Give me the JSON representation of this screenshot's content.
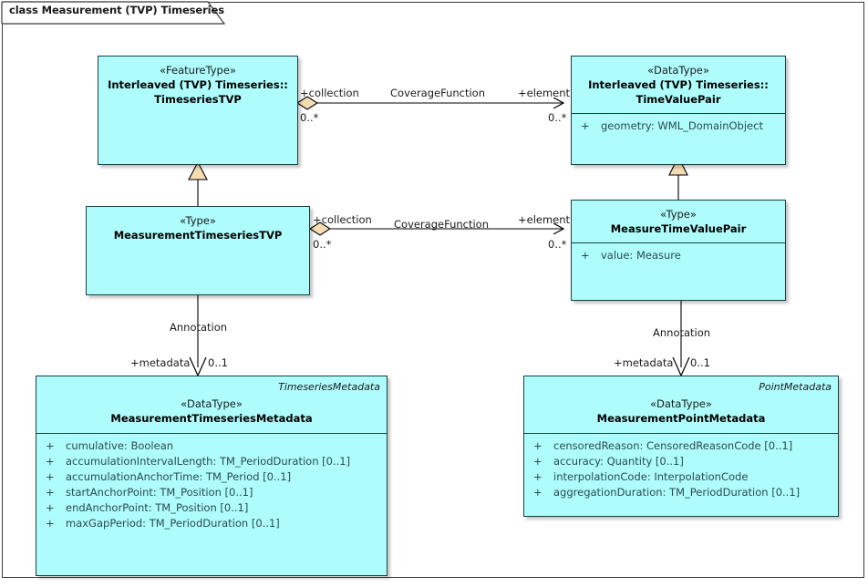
{
  "diagram": {
    "frame_title": "class Measurement (TVP) Timeseries",
    "colors": {
      "class_fill": "#aefcfc",
      "class_border": "#1c3f3f",
      "attribute_text": "#2a4a52",
      "arrow_fill": "#f5ddb3",
      "line": "#000000"
    }
  },
  "classes": {
    "timeseries_tvp": {
      "stereotype": "«FeatureType»",
      "name_line1": "Interleaved (TVP) Timeseries::",
      "name_line2": "TimeseriesTVP"
    },
    "time_value_pair": {
      "stereotype": "«DataType»",
      "name_line1": "Interleaved (TVP) Timeseries::",
      "name_line2": "TimeValuePair",
      "attributes": [
        {
          "visibility": "+",
          "text": "geometry: WML_DomainObject"
        }
      ]
    },
    "measurement_timeseries_tvp": {
      "stereotype": "«Type»",
      "name_line1": "MeasurementTimeseriesTVP"
    },
    "measure_time_value_pair": {
      "stereotype": "«Type»",
      "name_line1": "MeasureTimeValuePair",
      "attributes": [
        {
          "visibility": "+",
          "text": "value: Measure"
        }
      ]
    },
    "measurement_timeseries_metadata": {
      "tag": "TimeseriesMetadata",
      "stereotype": "«DataType»",
      "name_line1": "MeasurementTimeseriesMetadata",
      "attributes": [
        {
          "visibility": "+",
          "text": "cumulative: Boolean"
        },
        {
          "visibility": "+",
          "text": "accumulationIntervalLength: TM_PeriodDuration [0..1]"
        },
        {
          "visibility": "+",
          "text": "accumulationAnchorTime: TM_Period [0..1]"
        },
        {
          "visibility": "+",
          "text": "startAnchorPoint: TM_Position [0..1]"
        },
        {
          "visibility": "+",
          "text": "endAnchorPoint: TM_Position [0..1]"
        },
        {
          "visibility": "+",
          "text": "maxGapPeriod: TM_PeriodDuration [0..1]"
        }
      ]
    },
    "measurement_point_metadata": {
      "tag": "PointMetadata",
      "stereotype": "«DataType»",
      "name_line1": "MeasurementPointMetadata",
      "attributes": [
        {
          "visibility": "+",
          "text": "censoredReason: CensoredReasonCode [0..1]"
        },
        {
          "visibility": "+",
          "text": "accuracy: Quantity [0..1]"
        },
        {
          "visibility": "+",
          "text": "interpolationCode: InterpolationCode"
        },
        {
          "visibility": "+",
          "text": "aggregationDuration: TM_PeriodDuration [0..1]"
        }
      ]
    }
  },
  "associations": {
    "coverage_function_top": {
      "name": "CoverageFunction",
      "source_role": "+collection",
      "source_multiplicity": "0..*",
      "target_role": "+element",
      "target_multiplicity": "0..*"
    },
    "coverage_function_bottom": {
      "name": "CoverageFunction",
      "source_role": "+collection",
      "source_multiplicity": "0..*",
      "target_role": "+element",
      "target_multiplicity": "0..*"
    },
    "annotation_timeseries": {
      "name": "Annotation",
      "target_role": "+metadata",
      "target_multiplicity": "0..1"
    },
    "annotation_point": {
      "name": "Annotation",
      "target_role": "+metadata",
      "target_multiplicity": "0..1"
    }
  }
}
